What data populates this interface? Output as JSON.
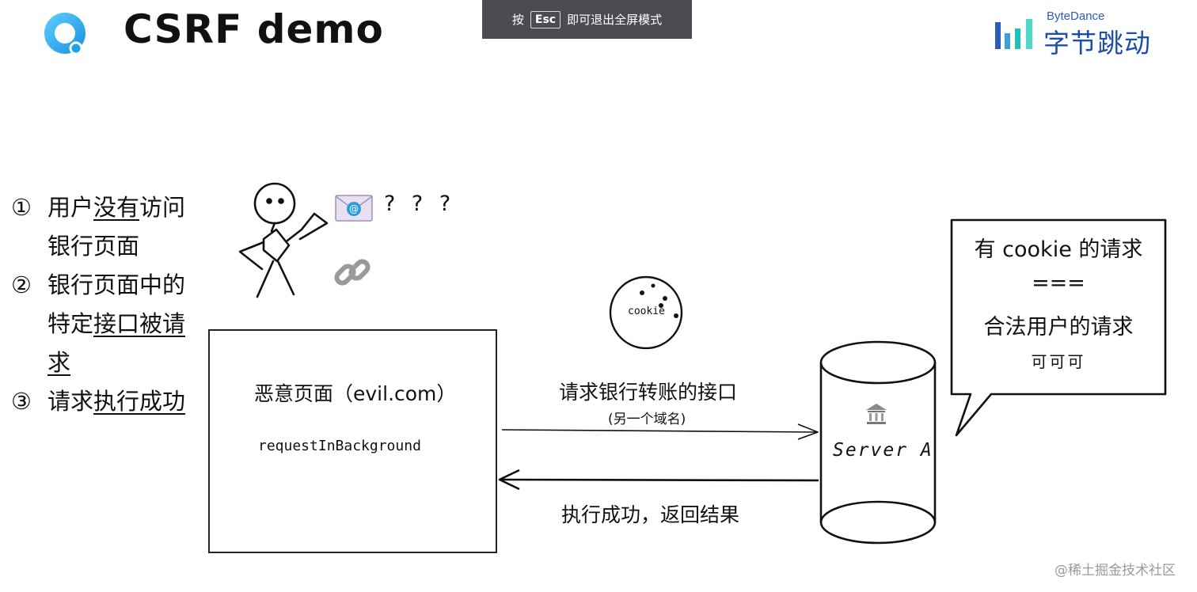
{
  "header": {
    "title": "CSRF demo",
    "esc_prefix": "按",
    "esc_key": "Esc",
    "esc_suffix": "即可退出全屏模式"
  },
  "brand": {
    "name_en": "ByteDance",
    "name_cn": "字节跳动"
  },
  "steps": [
    {
      "num": "①",
      "parts": [
        {
          "t": "用户"
        },
        {
          "t": "没有",
          "u": true
        },
        {
          "t": "访问"
        }
      ],
      "cont": "银行页面"
    },
    {
      "num": "②",
      "parts": [
        {
          "t": "银行页面中的"
        }
      ],
      "cont_parts": [
        {
          "t": "特定"
        },
        {
          "t": "接口被请",
          "u": true
        }
      ],
      "cont2": "求"
    },
    {
      "num": "③",
      "parts": [
        {
          "t": "请求"
        },
        {
          "t": "执行成功",
          "u": true
        }
      ]
    }
  ],
  "step_texts": {
    "s1a": "用户",
    "s1b": "没有",
    "s1c": "访问",
    "s1d": "银行页面",
    "s2a": "银行页面中的",
    "s2b": "特定",
    "s2c": "接口被请",
    "s2d": "求",
    "s3a": "请求",
    "s3b": "执行成功",
    "n1": "①",
    "n2": "②",
    "n3": "③"
  },
  "figure": {
    "question_marks": "? ? ?",
    "mail_icon": "mail-icon",
    "link_icon": "link-icon"
  },
  "evil_page": {
    "title": "恶意页面（evil.com）",
    "function": "requestInBackground"
  },
  "cookie": {
    "label": "cookie"
  },
  "request": {
    "label": "请求银行转账的接口",
    "sublabel": "(另一个域名)"
  },
  "response": {
    "label": "执行成功，返回结果"
  },
  "server": {
    "label": "Server A",
    "icon": "bank-icon"
  },
  "bubble": {
    "line1": "有 cookie 的请求",
    "line2": "===",
    "line3": "合法用户的请求",
    "line4": "可可可"
  },
  "watermark": "@稀土掘金技术社区",
  "colors": {
    "logo_blue": "#1fa3e8",
    "brand_blue": "#1e4fa8",
    "esc_bar": "#4a4c51"
  }
}
